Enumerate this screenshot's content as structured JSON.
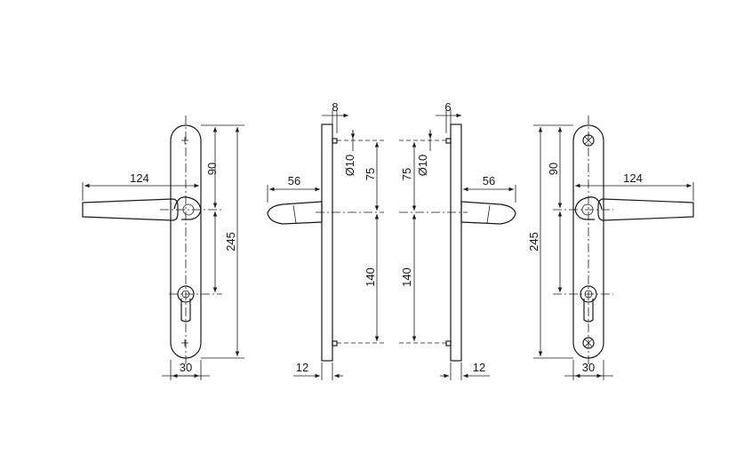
{
  "diagram": {
    "type": "technical-drawing",
    "subject": "door handle set on long backplate",
    "dimensions": {
      "front_left": {
        "lever_length": "124",
        "spindle_to_top": "90",
        "plate_length": "245",
        "plate_width": "30"
      },
      "side_left": {
        "thickness_top": "8",
        "hole_diameter": "Ø10",
        "hole_to_spindle": "75",
        "spindle_to_bottom": "140",
        "lever_projection": "56",
        "plate_depth": "12"
      },
      "side_right": {
        "thickness_top": "6",
        "hole_diameter": "Ø10",
        "hole_to_spindle": "75",
        "spindle_to_bottom": "140",
        "lever_projection": "56",
        "plate_depth": "12"
      },
      "front_right": {
        "lever_length": "124",
        "spindle_to_top": "90",
        "plate_length": "245",
        "plate_width": "30"
      }
    }
  },
  "colors": {
    "line": "#1a1a1a",
    "background": "#ffffff"
  }
}
